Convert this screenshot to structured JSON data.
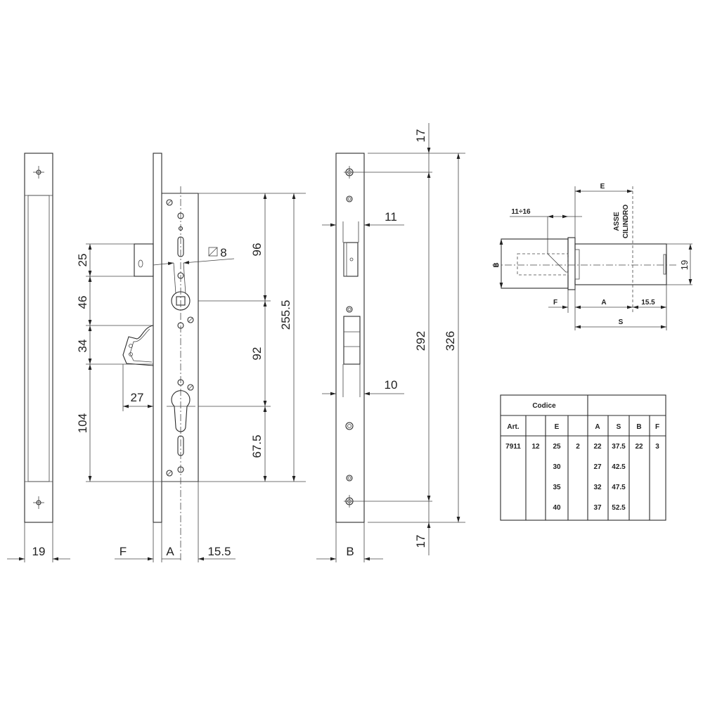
{
  "dims": {
    "plate_width": "19",
    "bolt_height": "25",
    "bolt_to_spindle": "46",
    "latch_height": "34",
    "latch_to_bottom": "104",
    "latch_projection": "27",
    "spindle_square": "8",
    "top_to_spindle": "96",
    "spindle_to_cylinder": "92",
    "cylinder_to_bottom": "67.5",
    "body_height": "255.5",
    "label_f": "F",
    "label_a": "A",
    "backset_offset": "15.5",
    "strike_top_offset": "17",
    "strike_bottom_offset": "17",
    "bolt_window": "11",
    "latch_window": "10",
    "hole_spacing": "292",
    "strike_length": "326",
    "label_b": "B"
  },
  "cylinder_detail": {
    "e": "E",
    "range": "11÷16",
    "axis_line1": "ASSE",
    "axis_line2": "CILINDRO",
    "b": "B",
    "diameter": "19",
    "f": "F",
    "a": "A",
    "offset": "15.5",
    "s": "S"
  },
  "table": {
    "group_header": "Codice",
    "headers": [
      "Art.",
      "",
      "E",
      "",
      "A",
      "S",
      "B",
      "F"
    ],
    "rows": [
      [
        "7911",
        "12",
        "25",
        "2",
        "22",
        "37.5",
        "22",
        "3"
      ],
      [
        "",
        "",
        "30",
        "",
        "27",
        "42.5",
        "",
        ""
      ],
      [
        "",
        "",
        "35",
        "",
        "32",
        "47.5",
        "",
        ""
      ],
      [
        "",
        "",
        "40",
        "",
        "37",
        "52.5",
        "",
        ""
      ]
    ]
  }
}
